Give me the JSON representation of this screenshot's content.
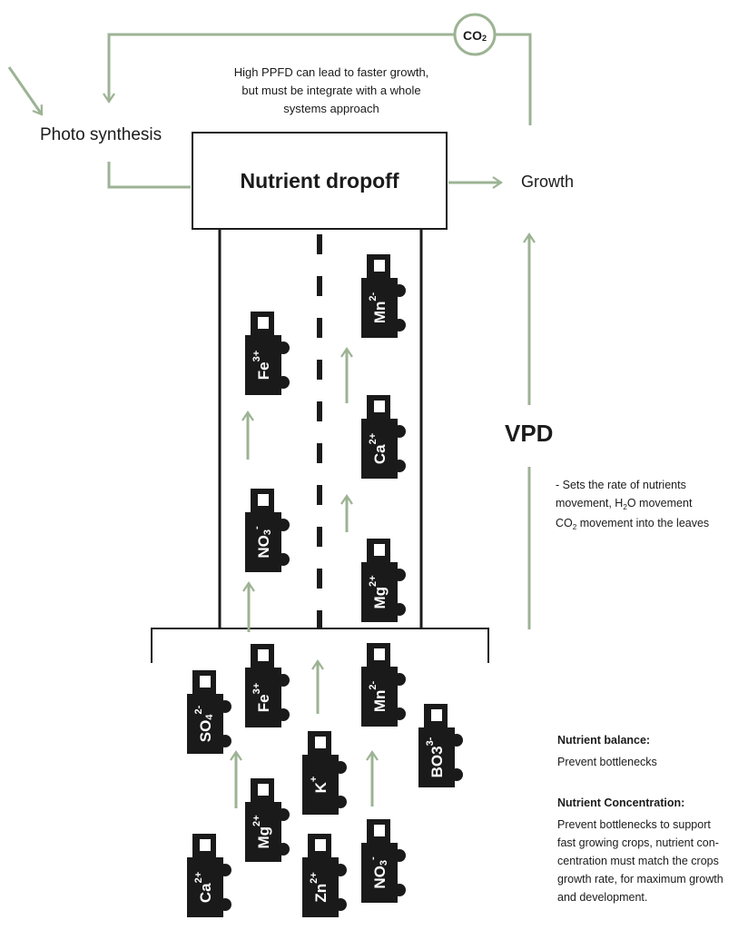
{
  "top_note": [
    "High PPFD can lead to faster growth,",
    "but must be integrate with a whole",
    "systems approach"
  ],
  "photo_label": "Photo synthesis",
  "box_title": "Nutrient dropoff",
  "growth_label": "Growth",
  "co2": {
    "base": "CO",
    "sub": "2"
  },
  "vpd": {
    "title": "VPD",
    "desc_line1": "- Sets the rate of nutrients",
    "desc_line2": {
      "pre": "movement, H",
      "sub": "2",
      "post": "O movement"
    },
    "desc_line3": {
      "pre": "CO",
      "sub": "2",
      "post": " movement into the leaves"
    }
  },
  "nutrient_balance": {
    "heading": "Nutrient balance:",
    "text": "Prevent bottlenecks"
  },
  "nutrient_concentration": {
    "heading": "Nutrient Concentration:",
    "lines": [
      "Prevent bottlenecks to support",
      "fast growing crops, nutrient con-",
      "centration must match the crops",
      "growth rate, for maximum growth",
      "and development."
    ]
  },
  "colors": {
    "arrow": "#9db394",
    "ink": "#1b1b1b",
    "truck": "#1a1a1a",
    "truck_text": "#ffffff",
    "background": "#ffffff"
  },
  "trucks": [
    {
      "base": "Fe",
      "sup": "3+"
    },
    {
      "base": "Mn",
      "sup": "2-"
    },
    {
      "base": "Ca",
      "sup": "2+"
    },
    {
      "base": "NO",
      "sub": "3",
      "sup": "-"
    },
    {
      "base": "Mg",
      "sup": "2+"
    },
    {
      "base": "SO",
      "sub": "4",
      "sup": "2-"
    },
    {
      "base": "Fe",
      "sup": "3+"
    },
    {
      "base": "Mn",
      "sup": "2-"
    },
    {
      "base": "BO3",
      "sup": "3-"
    },
    {
      "base": "K",
      "sup": "+"
    },
    {
      "base": "Mg",
      "sup": "2+"
    },
    {
      "base": "Ca",
      "sup": "2+"
    },
    {
      "base": "Zn",
      "sup": "2+"
    },
    {
      "base": "NO",
      "sub": "3",
      "sup": "-"
    }
  ]
}
